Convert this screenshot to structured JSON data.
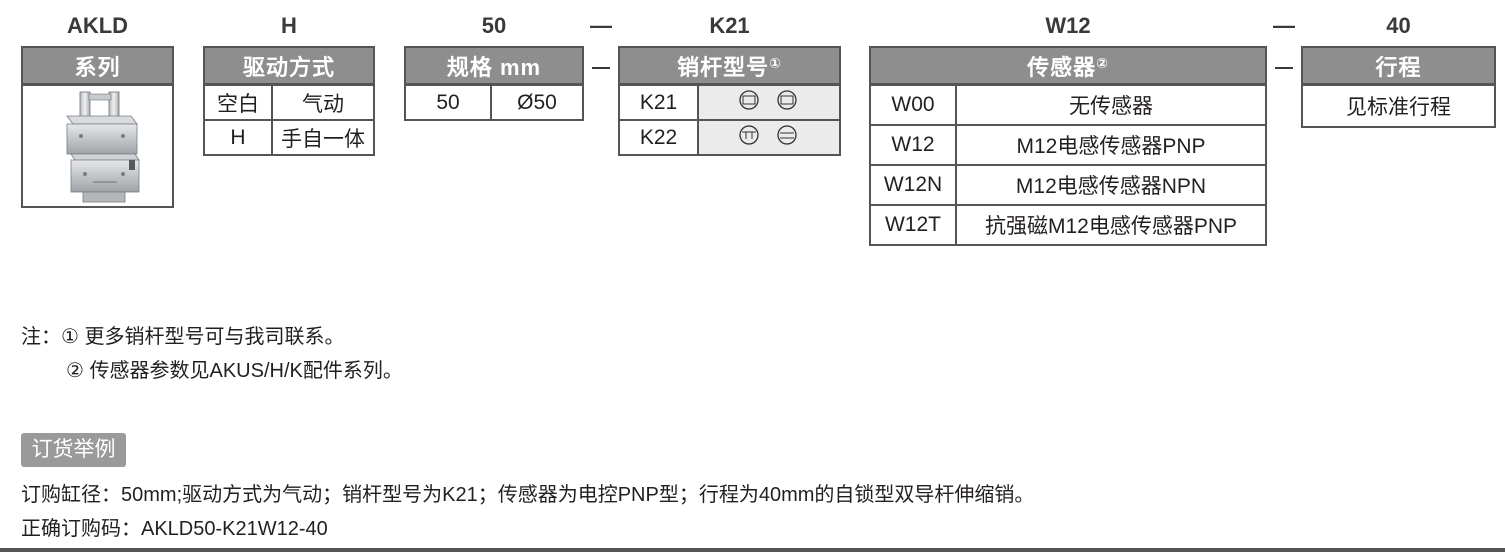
{
  "codes": {
    "series": "AKLD",
    "drive": "H",
    "size": "50",
    "dash1": "—",
    "pin": "K21",
    "sensor": "W12",
    "dash2": "—",
    "stroke": "40"
  },
  "headers": {
    "series": "系列",
    "drive": "驱动方式",
    "size": "规格 mm",
    "pin": "销杆型号",
    "pin_note": "①",
    "sensor": "传感器",
    "sensor_note": "②",
    "stroke": "行程"
  },
  "small_dashes": [
    "—",
    "—"
  ],
  "drive_rows": [
    {
      "code": "空白",
      "desc": "气动"
    },
    {
      "code": "H",
      "desc": "手自一体"
    }
  ],
  "size_rows": [
    {
      "code": "50",
      "desc": "Ø50"
    }
  ],
  "pin_rows": [
    {
      "code": "K21",
      "icons": "pin-shape-k21-icon"
    },
    {
      "code": "K22",
      "icons": "pin-shape-k22-icon"
    }
  ],
  "sensor_rows": [
    {
      "code": "W00",
      "desc": "无传感器"
    },
    {
      "code": "W12",
      "desc": "M12电感传感器PNP"
    },
    {
      "code": "W12N",
      "desc": "M12电感传感器NPN"
    },
    {
      "code": "W12T",
      "desc": "抗强磁M12电感传感器PNP"
    }
  ],
  "stroke_rows": [
    {
      "desc": "见标准行程"
    }
  ],
  "notes": {
    "line1": "注：①  更多销杆型号可与我司联系。",
    "line2": "② 传感器参数见AKUS/H/K配件系列。"
  },
  "order_example": {
    "tag": "订货举例",
    "line1": "订购缸径：50mm;驱动方式为气动；销杆型号为K21；传感器为电控PNP型；行程为40mm的自锁型双导杆伸缩销。",
    "line2": "正确订购码：AKLD50-K21W12-40"
  },
  "colors": {
    "header_bg": "#8e8e8f",
    "table_border": "#555555",
    "pin_cell_bg": "#ebebeb"
  }
}
